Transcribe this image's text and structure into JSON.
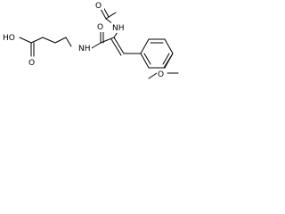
{
  "labels": {
    "hydroxyl": "HO",
    "carboxyl_oxygen": "O",
    "amide_nh": "NH",
    "amide_oxygen": "O",
    "acetamido_nh": "NH",
    "acetyl_oxygen": "O",
    "methoxy": "O"
  },
  "colors": {
    "ink": "#000000",
    "background": "#ffffff"
  }
}
